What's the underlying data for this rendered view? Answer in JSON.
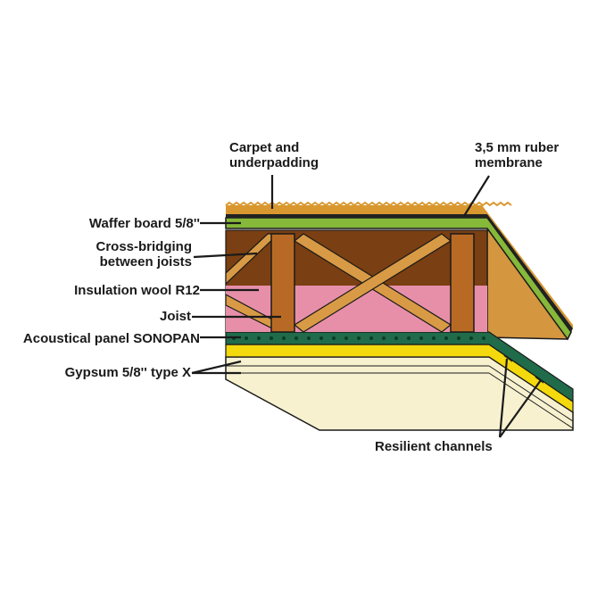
{
  "labels": {
    "carpet": [
      "Carpet and",
      "underpadding"
    ],
    "membrane": [
      "3,5 mm ruber",
      "membrane"
    ],
    "waffer": "Waffer board 5/8''",
    "cross": [
      "Cross-bridging",
      "between joists"
    ],
    "insulation": "Insulation wool R12",
    "joist": "Joist",
    "acoustic": "Acoustical panel SONOPAN",
    "gypsum": "Gypsum 5/8'' type X",
    "resilient": "Resilient channels"
  },
  "colors": {
    "carpet": "#d9982f",
    "waffer": "#86b83a",
    "membrane": "#222222",
    "cavity": "#7a3f12",
    "insulation": "#e78fa9",
    "joist": "#b86a24",
    "bridging": "#d99a45",
    "side_wood": "#d4963f",
    "acoustic": "#1f6b4a",
    "yellow": "#f4d90c",
    "gypsum": "#f7f1d0",
    "line": "#1a1a1a"
  }
}
